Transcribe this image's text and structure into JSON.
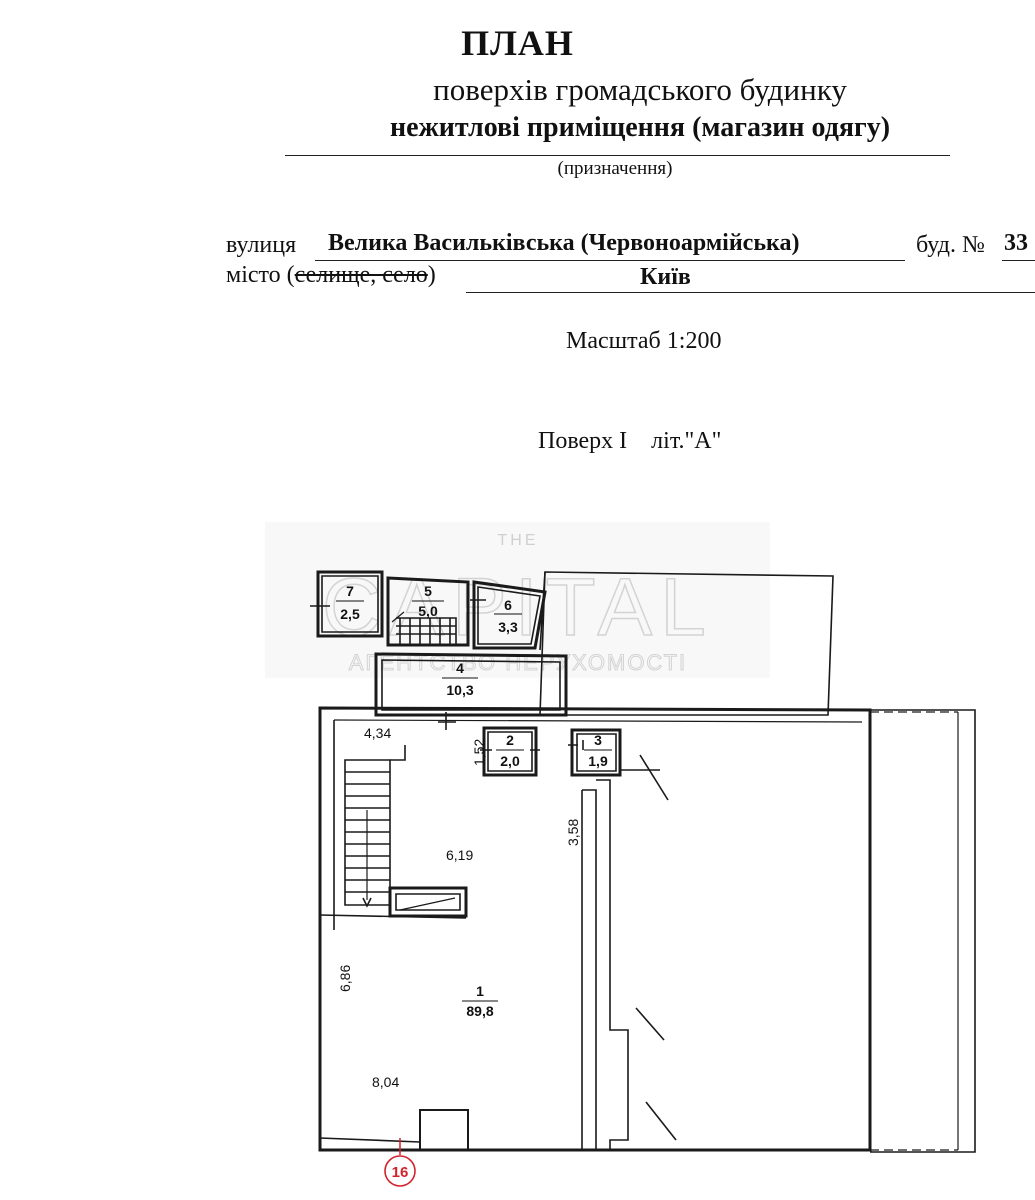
{
  "header": {
    "title": "ПЛАН",
    "subtitle": "поверхів громадського будинку",
    "purpose": "нежитлові приміщення (магазин одягу)",
    "purpose_note": "(призначення)"
  },
  "address": {
    "street_label": "вулиця",
    "street_value": "Велика Васильківська (Червоноармійська)",
    "building_label": "буд. №",
    "building_number": "33",
    "city_label": "місто (",
    "city_struck": "селище, село",
    "city_close": ")",
    "city_value": "Київ"
  },
  "scale": "Масштаб  1:200",
  "floor": {
    "label": "Поверх І",
    "letter": "літ.\"А\""
  },
  "watermark": {
    "top": "THE",
    "main": "CAPITAL",
    "sub": "АГЕНТСТВО НЕРУХОМОСТІ"
  },
  "rooms": [
    {
      "number": "1",
      "area": "89,8"
    },
    {
      "number": "2",
      "area": "2,0"
    },
    {
      "number": "3",
      "area": "1,9"
    },
    {
      "number": "4",
      "area": "10,3"
    },
    {
      "number": "5",
      "area": "5,0"
    },
    {
      "number": "6",
      "area": "3,3"
    },
    {
      "number": "7",
      "area": "2,5"
    }
  ],
  "dimensions": {
    "d_434": "4,34",
    "d_152": "1,52",
    "d_358": "3,58",
    "d_619": "6,19",
    "d_686": "6,86",
    "d_804": "8,04"
  },
  "marker": "16",
  "colors": {
    "ink": "#1a1a1a",
    "marker": "#d2232a",
    "watermark": "#d8d8d8"
  }
}
